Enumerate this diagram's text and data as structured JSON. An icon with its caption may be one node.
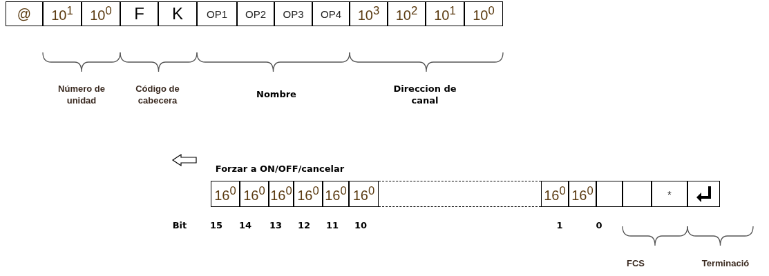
{
  "diagram": {
    "nodes": [
      {
        "text": [
          "@"
        ]
      },
      {
        "text": [
          "10$^{1}$"
        ]
      },
      {
        "text": [
          "10$^{0}$"
        ]
      },
      {
        "text": [
          "F"
        ]
      },
      {
        "text": [
          "K"
        ]
      },
      {
        "text": [
          "OP1"
        ]
      },
      {
        "text": [
          "OP2"
        ]
      },
      {
        "text": [
          "OP3"
        ]
      },
      {
        "text": [
          "OP4"
        ]
      },
      {
        "text": [
          "10$^{3}$"
        ]
      },
      {
        "text": [
          "10$^{2}$"
        ]
      },
      {
        "text": [
          "10$^{1}$"
        ]
      },
      {
        "text": [
          "10$^{0}$"
        ]
      },
      {
        "text": [
          "16$^{0}$"
        ]
      },
      {
        "text": [
          "16$^{0}$"
        ]
      },
      {
        "text": [
          "16$^{0}$"
        ]
      },
      {
        "text": [
          "16$^{0}$"
        ]
      },
      {
        "text": [
          "16$^{0}$"
        ]
      },
      {
        "text": [
          "16$^{0}$"
        ]
      },
      {
        "text": [],
        "shape": "box"
      },
      {
        "text": [
          "16$^{0}$"
        ]
      },
      {
        "text": [
          "16$^{0}$"
        ]
      },
      {
        "text": [],
        "shape": "box"
      },
      {
        "text": [],
        "shape": "box"
      },
      {
        "text": [
          "*"
        ]
      },
      {
        "text": [],
        "shape": "box"
      }
    ],
    "labels": [
      "Número de unidad",
      "Código de cabecera",
      "Nombre",
      "Direccion de canal",
      "Forzar a ON/OFF/cancelar",
      "Bit",
      "15",
      "14",
      "13",
      "12",
      "11",
      "10",
      "1",
      "0",
      "FCS",
      "Terminació"
    ]
  }
}
